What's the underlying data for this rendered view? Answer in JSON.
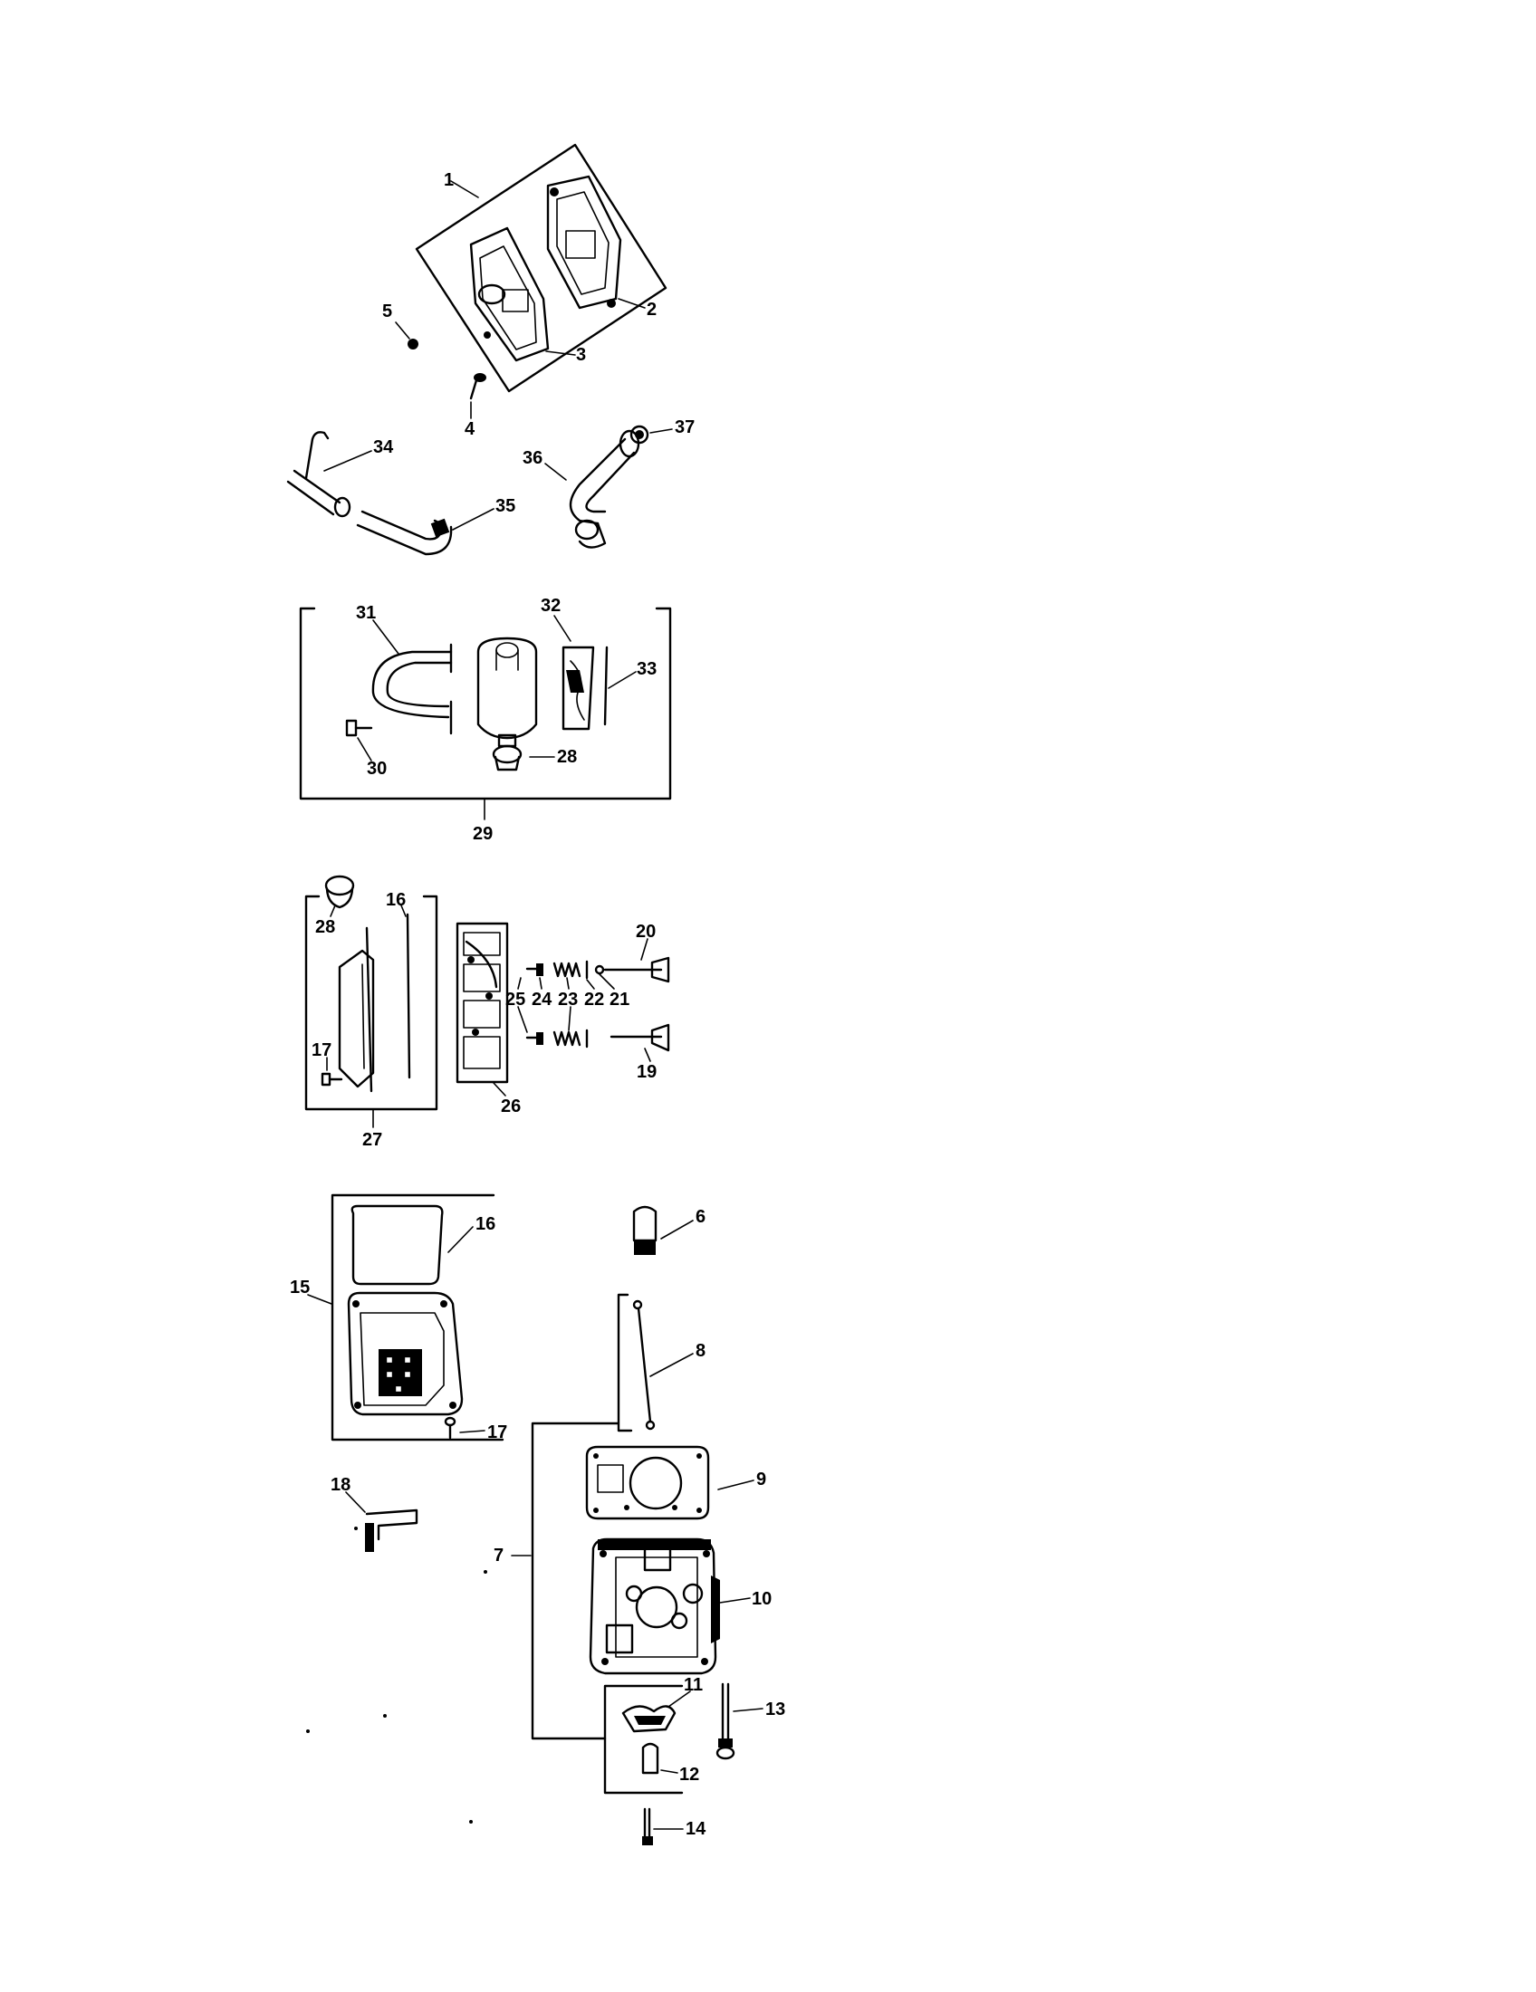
{
  "callouts": {
    "c1": "1",
    "c2": "2",
    "c3": "3",
    "c4": "4",
    "c5": "5",
    "c6": "6",
    "c7": "7",
    "c8": "8",
    "c9": "9",
    "c10": "10",
    "c11": "11",
    "c12": "12",
    "c13": "13",
    "c14": "14",
    "c15": "15",
    "c16a": "16",
    "c16b": "16",
    "c17a": "17",
    "c17b": "17",
    "c18": "18",
    "c19": "19",
    "c20": "20",
    "c21": "21",
    "c22": "22",
    "c23": "23",
    "c24": "24",
    "c25": "25",
    "c26": "26",
    "c27": "27",
    "c28a": "28",
    "c28b": "28",
    "c29": "29",
    "c30": "30",
    "c31": "31",
    "c32": "32",
    "c33": "33",
    "c34": "34",
    "c35": "35",
    "c36": "36",
    "c37": "37"
  }
}
